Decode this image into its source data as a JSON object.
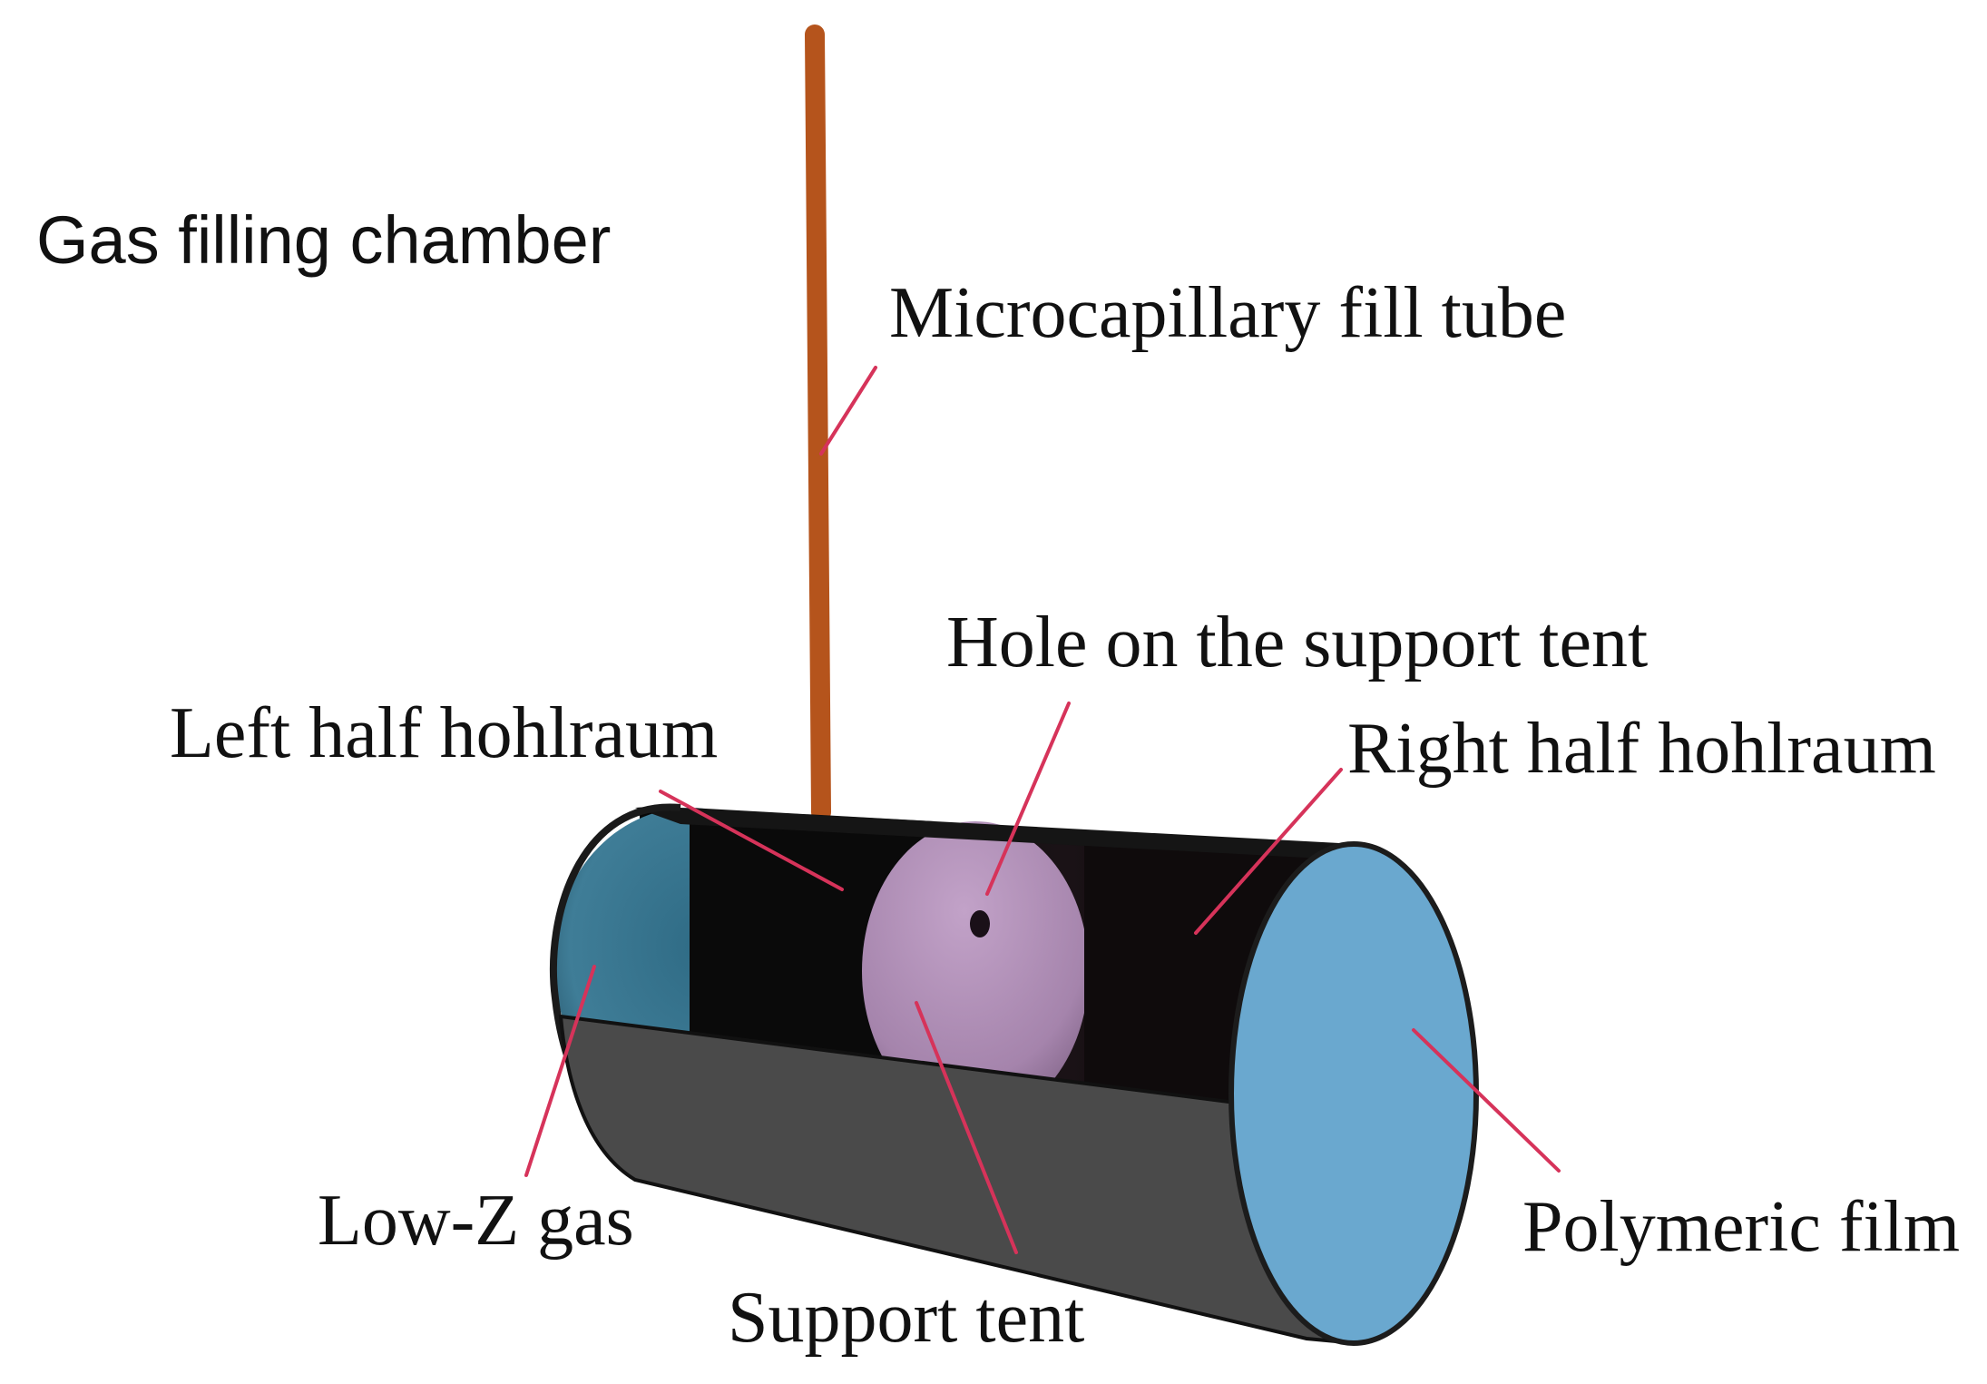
{
  "labels": {
    "gas_filling_chamber": "Gas filling chamber",
    "microcapillary_fill_tube": "Microcapillary fill tube",
    "hole_on_support_tent": "Hole on the support tent",
    "left_half_hohlraum": "Left half hohlraum",
    "right_half_hohlraum": "Right half hohlraum",
    "low_z_gas": "Low-Z gas",
    "support_tent": "Support tent",
    "polymeric_film": "Polymeric film"
  },
  "colors": {
    "fill_tube": "#b5541c",
    "hohlraum_wall": "#4a4a4a",
    "hohlraum_interior": "#0d0d0d",
    "low_z_gas": "#3f7d97",
    "support_tent": "#b08fb8",
    "polymeric_film": "#6aa8cf",
    "leader_line": "#d6335a"
  }
}
